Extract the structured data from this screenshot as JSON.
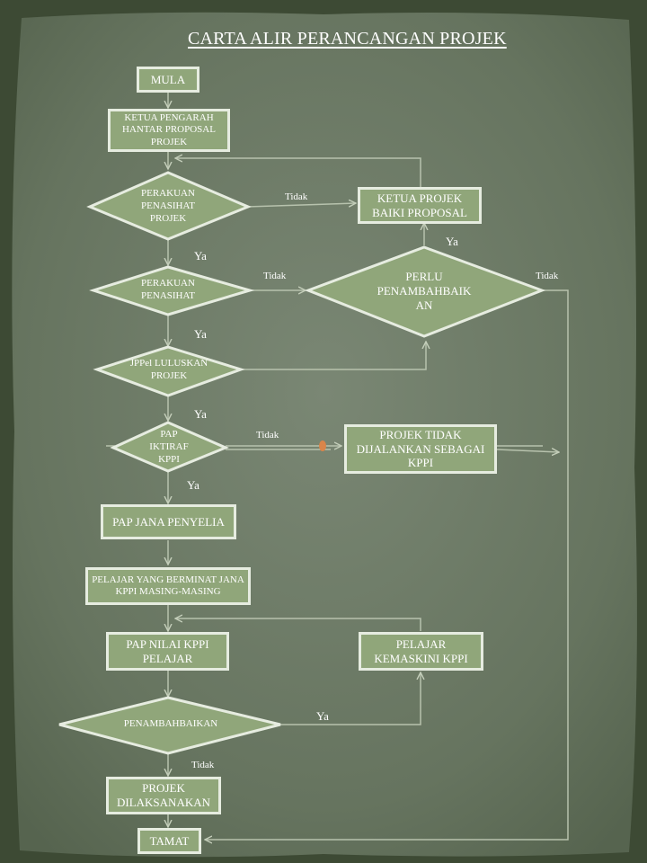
{
  "title": "CARTA ALIR PERANCANGAN PROJEK",
  "colors": {
    "background": "#3d4a34",
    "panel": "#6c7a66",
    "node_fill": "#90a67a",
    "node_border": "#e6ece0",
    "arrow": "#b7c2ad",
    "marker": "#d9854a"
  },
  "nodes": {
    "mula": "MULA",
    "ketua_hantar": "KETUA PENGARAH HANTAR PROPOSAL PROJEK",
    "perakuan_penasihat_projek": "PERAKUAN PENASIHAT PROJEK",
    "ketua_baiki": "KETUA PROJEK BAIKI PROPOSAL",
    "perakuan_penasihat": "PERAKUAN PENASIHAT",
    "perlu_penambahbaikan": "PERLU PENAMBAHBAIK AN",
    "jppel": "JPPel LULUSKAN PROJEK",
    "pap_iktiraf": "PAP IKTIRAF KPPI",
    "projek_tidak": "PROJEK TIDAK DIJALANKAN SEBAGAI KPPI",
    "pap_jana": "PAP JANA PENYELIA",
    "pelajar_berminat": "PELAJAR YANG BERMINAT JANA KPPI MASING-MASING",
    "pap_nilai": "PAP NILAI KPPI PELAJAR",
    "pelajar_kemaskini": "PELAJAR KEMASKINI KPPI",
    "penambahbaikan": "PENAMBAHBAIKAN",
    "projek_dilaksanakan": "PROJEK DILAKSANAKAN",
    "tamat": "TAMAT"
  },
  "labels": {
    "tidak_1": "Tidak",
    "ya_1": "Ya",
    "ya_2": "Ya",
    "tidak_2": "Tidak",
    "tidak_3": "Tidak",
    "ya_3": "Ya",
    "ya_4": "Ya",
    "tidak_4": "Tidak",
    "ya_5": "Ya",
    "ya_6": "Ya",
    "tidak_5": "Tidak"
  }
}
